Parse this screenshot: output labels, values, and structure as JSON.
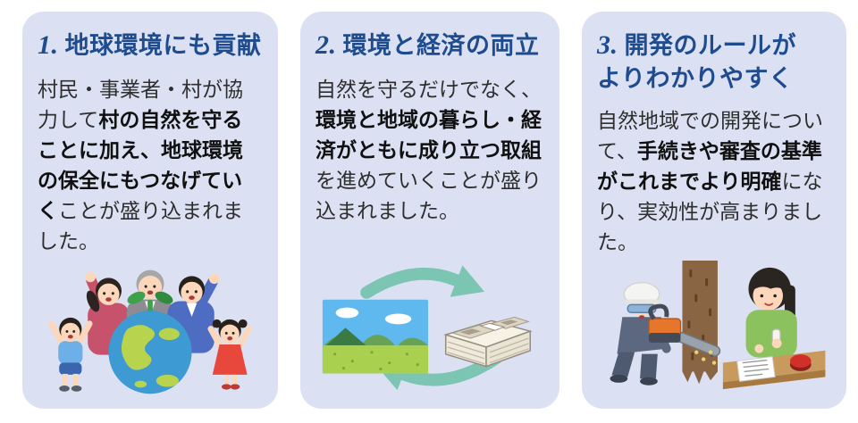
{
  "page": {
    "background": "#ffffff"
  },
  "colors": {
    "card_background": "#dbe1f2",
    "heading_blue": "#1e4c8f",
    "body_text": "#2e2e2e",
    "body_bold_text": "#101010",
    "arrow_teal": "#7cc5b3",
    "globe_blue": "#3d9ad2",
    "continent_green": "#b8d44e",
    "tree_brown": "#8a6544",
    "desk_brown": "#c99a5e",
    "sweater_green": "#8cc25e",
    "stamp_pad_red": "#d03028"
  },
  "cards": [
    {
      "number": "1.",
      "title_lines": [
        "地球環境にも貢献"
      ],
      "body": {
        "pre": "村民・事業者・村が協力して",
        "bold": "村の自然を守ることに加え、地球環境の保全にもつなげていく",
        "post": "ことが盛り込まれました。"
      },
      "illustration": "people-around-globe"
    },
    {
      "number": "2.",
      "title_lines": [
        "環境と経済の両立"
      ],
      "body": {
        "pre": "自然を守るだけでなく、",
        "bold": "環境と地域の暮らし・経済がともに成り立つ取組",
        "post": "を進めていくことが盛り込まれました。"
      },
      "illustration": "nature-economy-cycle"
    },
    {
      "number": "3.",
      "title_lines": [
        "開発のルールが",
        "よりわかりやすく"
      ],
      "body": {
        "pre": "自然地域での開発について、",
        "bold": "手続きや審査の基準がこれまでより明確",
        "post": "になり、実効性が高まりました。"
      },
      "illustration": "lumberjack-and-approval"
    }
  ]
}
